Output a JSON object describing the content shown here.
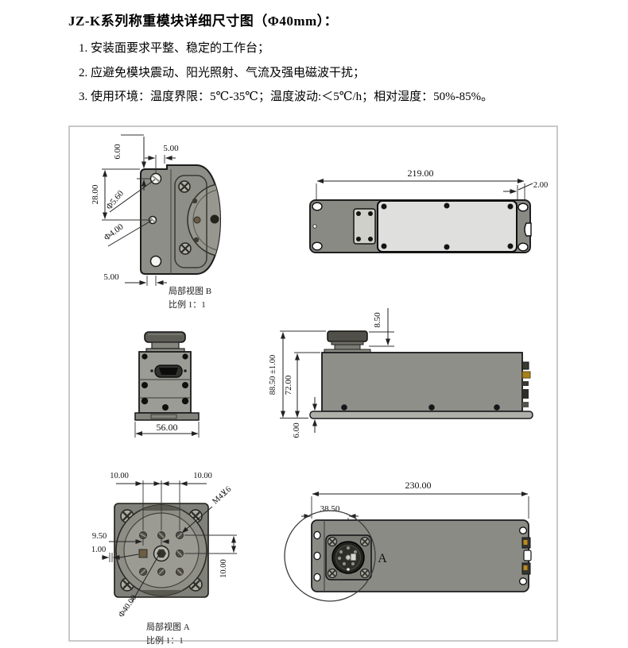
{
  "header": {
    "title": "JZ-K系列称重模块详细尺寸图（Φ40mm）：",
    "notes": [
      "1. 安装面要求平整、稳定的工作台；",
      "2. 应避免模块震动、阳光照射、气流及强电磁波干扰；",
      "3. 使用环境：温度界限：5℃-35℃；温度波动:＜5℃/h；相对湿度：50%-85%。"
    ]
  },
  "detail_b": {
    "dim_6": "6.00",
    "dim_5_top": "5.00",
    "dim_28": "28.00",
    "dim_d560": "Φ5.60",
    "dim_d400": "Φ4.00",
    "dim_5_bottom": "5.00",
    "label": "局部视图 B",
    "scale": "比例 1：1"
  },
  "top_view": {
    "dim_length": "219.00",
    "dim_edge": "2.00"
  },
  "front_view": {
    "dim_width": "56.00"
  },
  "side_view": {
    "dim_pan": "8.50",
    "dim_total": "88.50 ±1.00",
    "dim_body": "72.00",
    "dim_base": "6.00"
  },
  "detail_a": {
    "dim_10_left": "10.00",
    "dim_10_right": "10.00",
    "dim_thread": "M4⊻6",
    "dim_950": "9.50",
    "dim_100": "1.00",
    "dim_10_vert": "10.00",
    "dim_d40": "Φ40.00",
    "label": "局部视图 A",
    "scale": "比例 1：1"
  },
  "bottom_view": {
    "dim_length": "230.00",
    "dim_offset": "38.50",
    "callout": "A"
  },
  "palette": {
    "part_gray": "#8b8b86",
    "plate_light": "#dfdfdd",
    "dark_metal": "#504f49",
    "connector_gold": "#bc8a1d",
    "line": "#1c1c1c",
    "frame_border": "#c9c9c9"
  }
}
